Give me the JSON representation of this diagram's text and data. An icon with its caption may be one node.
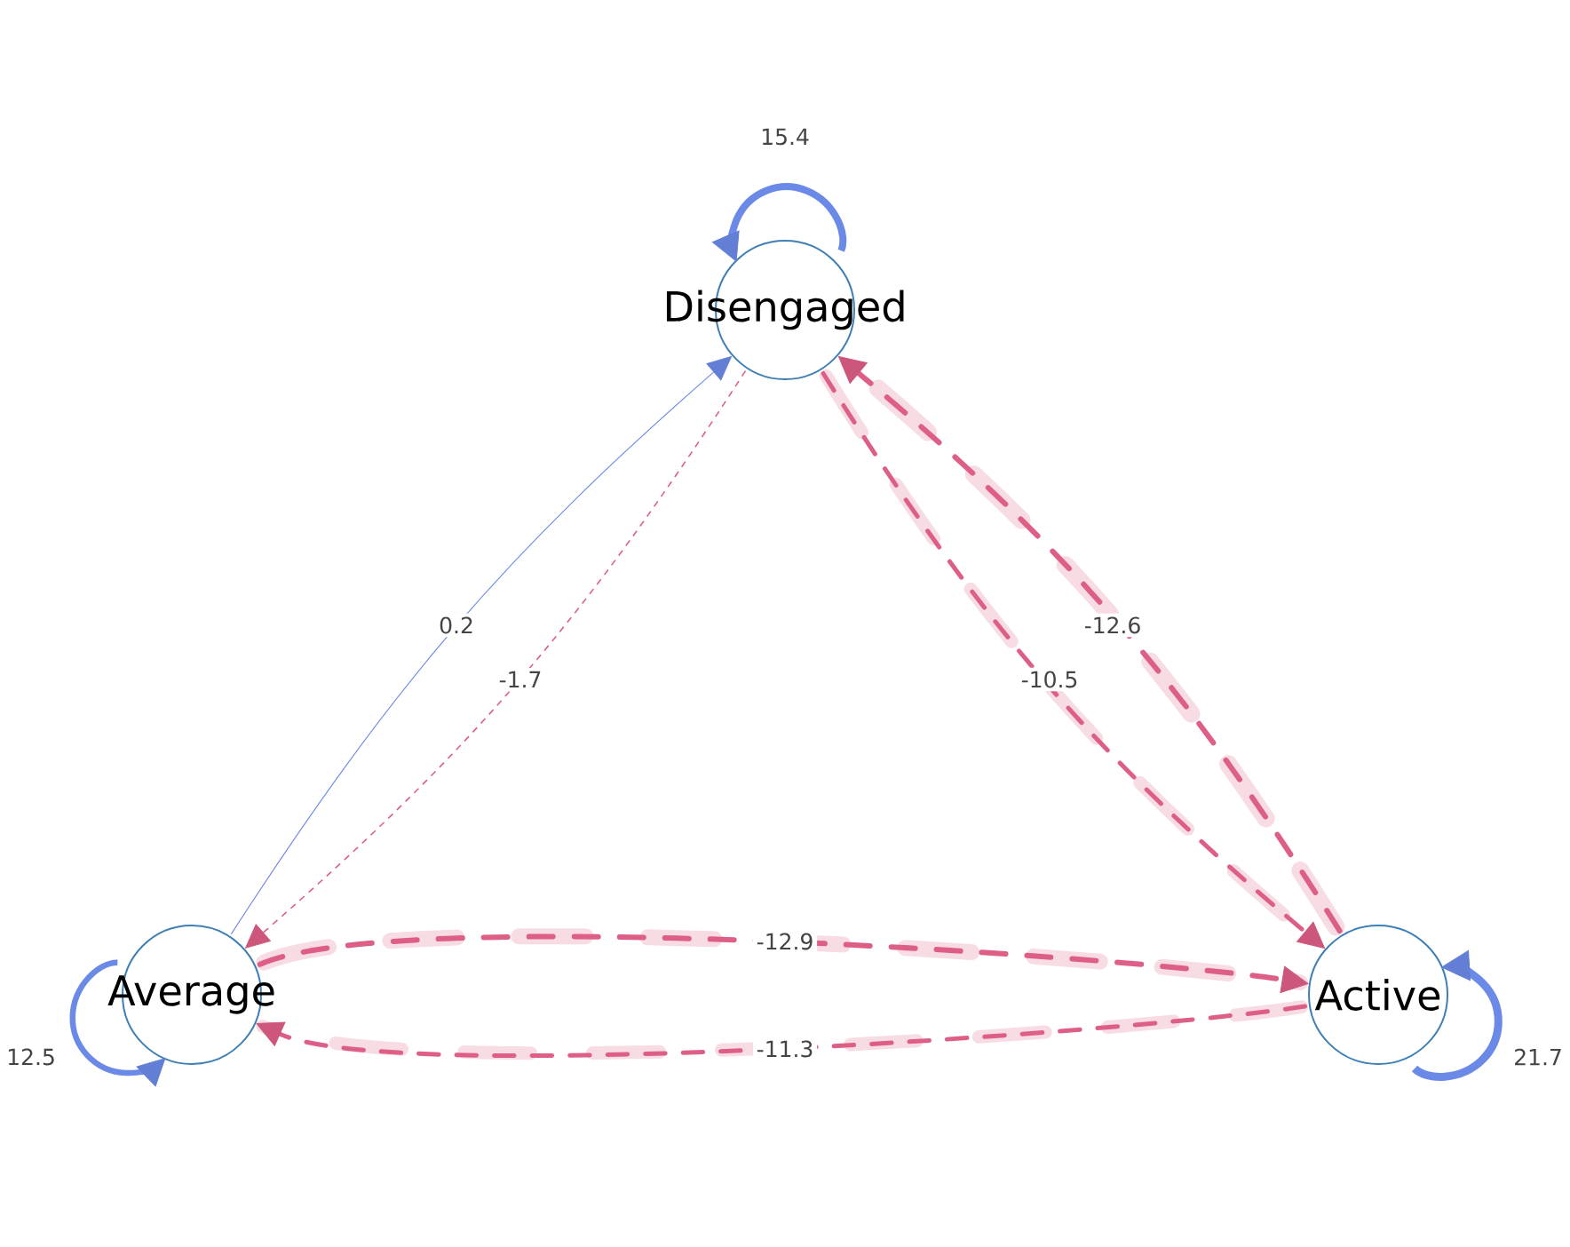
{
  "diagram": {
    "nodes": [
      {
        "text": [
          "Disengaged"
        ]
      },
      {
        "text": [
          "Average"
        ]
      },
      {
        "text": [
          "Active"
        ]
      }
    ],
    "edges": [
      {
        "from": 0,
        "to": 0,
        "arrow": "to",
        "label": "15.4",
        "color": "#6b8ae8"
      },
      {
        "from": 1,
        "to": 0,
        "arrow": "to",
        "label": "0.2",
        "color": "#6b8ae8"
      },
      {
        "from": 0,
        "to": 1,
        "arrow": "to",
        "label": "-1.7",
        "style": "dashed",
        "color": "#de5f86"
      },
      {
        "from": 2,
        "to": 0,
        "arrow": "to",
        "label": "-12.6",
        "style": "dashed",
        "color": "#de5f86"
      },
      {
        "from": 0,
        "to": 2,
        "arrow": "to",
        "label": "-10.5",
        "style": "dashed",
        "color": "#de5f86"
      },
      {
        "from": 1,
        "to": 2,
        "arrow": "to",
        "label": "-12.9",
        "style": "dashed",
        "color": "#de5f86"
      },
      {
        "from": 2,
        "to": 1,
        "arrow": "to",
        "label": "-11.3",
        "style": "dashed",
        "color": "#de5f86"
      },
      {
        "from": 1,
        "to": 1,
        "arrow": "to",
        "label": "12.5",
        "color": "#6b8ae8"
      },
      {
        "from": 2,
        "to": 2,
        "arrow": "to",
        "label": "21.7",
        "color": "#6b8ae8"
      }
    ]
  }
}
